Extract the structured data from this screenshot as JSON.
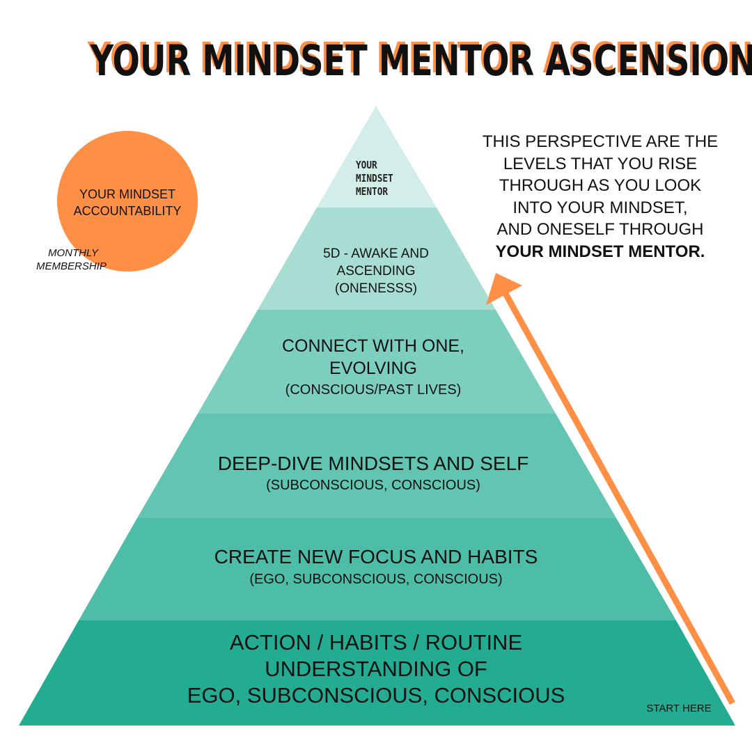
{
  "title": "YOUR MINDSET MENTOR ASCENSION",
  "colors": {
    "accent": "#ff8f45",
    "tier_top": "#d3ede8",
    "tier_2": "#a7ddd3",
    "tier_3": "#7ccfbe",
    "tier_4": "#62c5b1",
    "tier_5": "#4dbda7",
    "tier_6": "#24ac93"
  },
  "pyramid": {
    "top_label": [
      "YOUR",
      "MINDSET",
      "MENTOR"
    ],
    "tiers": [
      {
        "main": [
          "5D - AWAKE AND",
          "ASCENDING"
        ],
        "sub": "(ONENESSS)"
      },
      {
        "main": [
          "CONNECT WITH ONE,",
          "EVOLVING"
        ],
        "sub": "(CONSCIOUS/PAST LIVES)"
      },
      {
        "main": [
          "DEEP-DIVE MINDSETS AND SELF"
        ],
        "sub": "(SUBCONSCIOUS, CONSCIOUS)"
      },
      {
        "main": [
          "CREATE NEW FOCUS AND HABITS"
        ],
        "sub": "(EGO, SUBCONSCIOUS, CONSCIOUS)"
      },
      {
        "main": [
          "ACTION / HABITS / ROUTINE",
          "UNDERSTANDING OF",
          "EGO, SUBCONSCIOUS, CONSCIOUS"
        ],
        "sub": ""
      }
    ]
  },
  "accountability": {
    "label": [
      "YOUR MINDSET",
      "ACCOUNTABILITY"
    ],
    "membership": [
      "MONTHLY",
      "MEMBERSHIP"
    ]
  },
  "perspective": {
    "lines": [
      "THIS PERSPECTIVE ARE THE",
      "LEVELS THAT YOU RISE",
      "THROUGH AS YOU LOOK",
      "INTO YOUR MINDSET,",
      "AND ONESELF THROUGH"
    ],
    "emphasis": "YOUR MINDSET MENTOR."
  },
  "start_label": "START HERE"
}
